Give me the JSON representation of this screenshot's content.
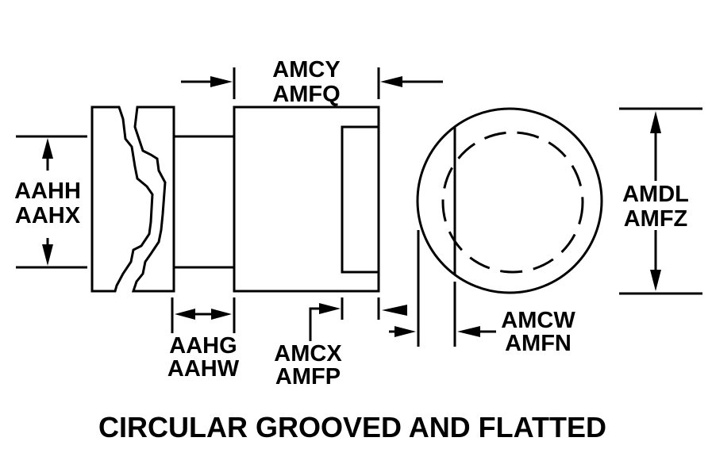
{
  "title": "CIRCULAR GROOVED AND FLATTED",
  "labels": {
    "body_length": [
      "AMCY",
      "AMFQ"
    ],
    "thread_diameter": [
      "AAHH",
      "AAHX"
    ],
    "neck_length": [
      "AAHG",
      "AAHW"
    ],
    "flat_length": [
      "AMCX",
      "AMFP"
    ],
    "flat_width": [
      "AMCW",
      "AMFN"
    ],
    "outer_diameter": [
      "AMDL",
      "AMFZ"
    ]
  }
}
